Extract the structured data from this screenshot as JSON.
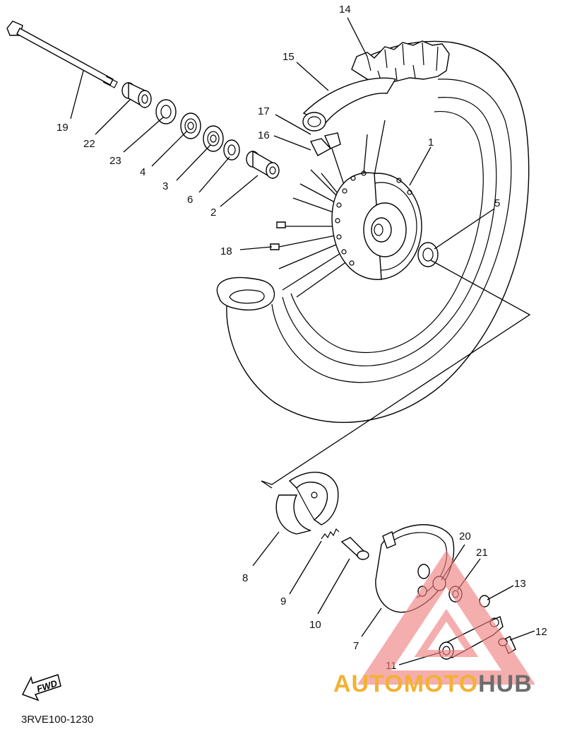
{
  "diagram": {
    "labels": [
      "1",
      "2",
      "3",
      "4",
      "5",
      "6",
      "7",
      "8",
      "9",
      "10",
      "11",
      "12",
      "13",
      "14",
      "15",
      "16",
      "17",
      "18",
      "19",
      "20",
      "21",
      "22",
      "23"
    ],
    "drawing_code": "3RVE100-1230",
    "fwd_arrow": "FWD"
  },
  "watermark": {
    "auto": "AUTO",
    "moto": "MOTO",
    "hub": "HUB",
    "colors": {
      "triangle": "#f08080",
      "auto": "#f2b233",
      "hub": "#6d6d6d"
    }
  }
}
